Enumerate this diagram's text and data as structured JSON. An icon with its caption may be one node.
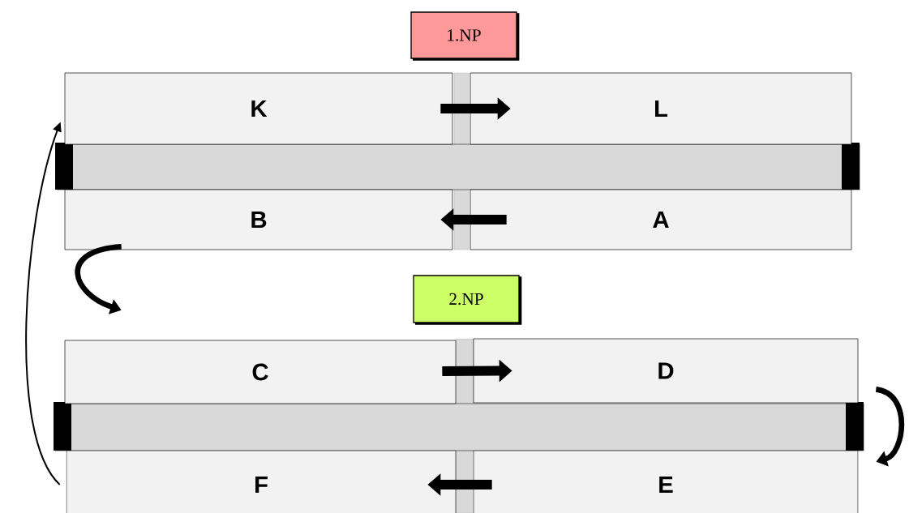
{
  "diagram": {
    "nodes": [
      {
        "text": [
          "1.NP"
        ]
      },
      {
        "text": [
          "K"
        ]
      },
      {
        "text": [
          "L"
        ]
      },
      {
        "text": [
          "B"
        ]
      },
      {
        "text": [
          "A"
        ]
      },
      {
        "text": [
          "2.NP"
        ]
      },
      {
        "text": [
          "C"
        ]
      },
      {
        "text": [
          "D"
        ]
      },
      {
        "text": [
          "F"
        ]
      },
      {
        "text": [
          "E"
        ]
      }
    ],
    "edges": [
      {
        "from": 1,
        "to": 2,
        "arrow": "to"
      },
      {
        "from": 4,
        "to": 3,
        "arrow": "to"
      },
      {
        "from": 3,
        "to": 6,
        "arrow": "to"
      },
      {
        "from": 6,
        "to": 7,
        "arrow": "to"
      },
      {
        "from": 7,
        "to": 9,
        "arrow": "to"
      },
      {
        "from": 9,
        "to": 8,
        "arrow": "to"
      },
      {
        "from": 8,
        "to": 1,
        "arrow": "to"
      }
    ]
  }
}
